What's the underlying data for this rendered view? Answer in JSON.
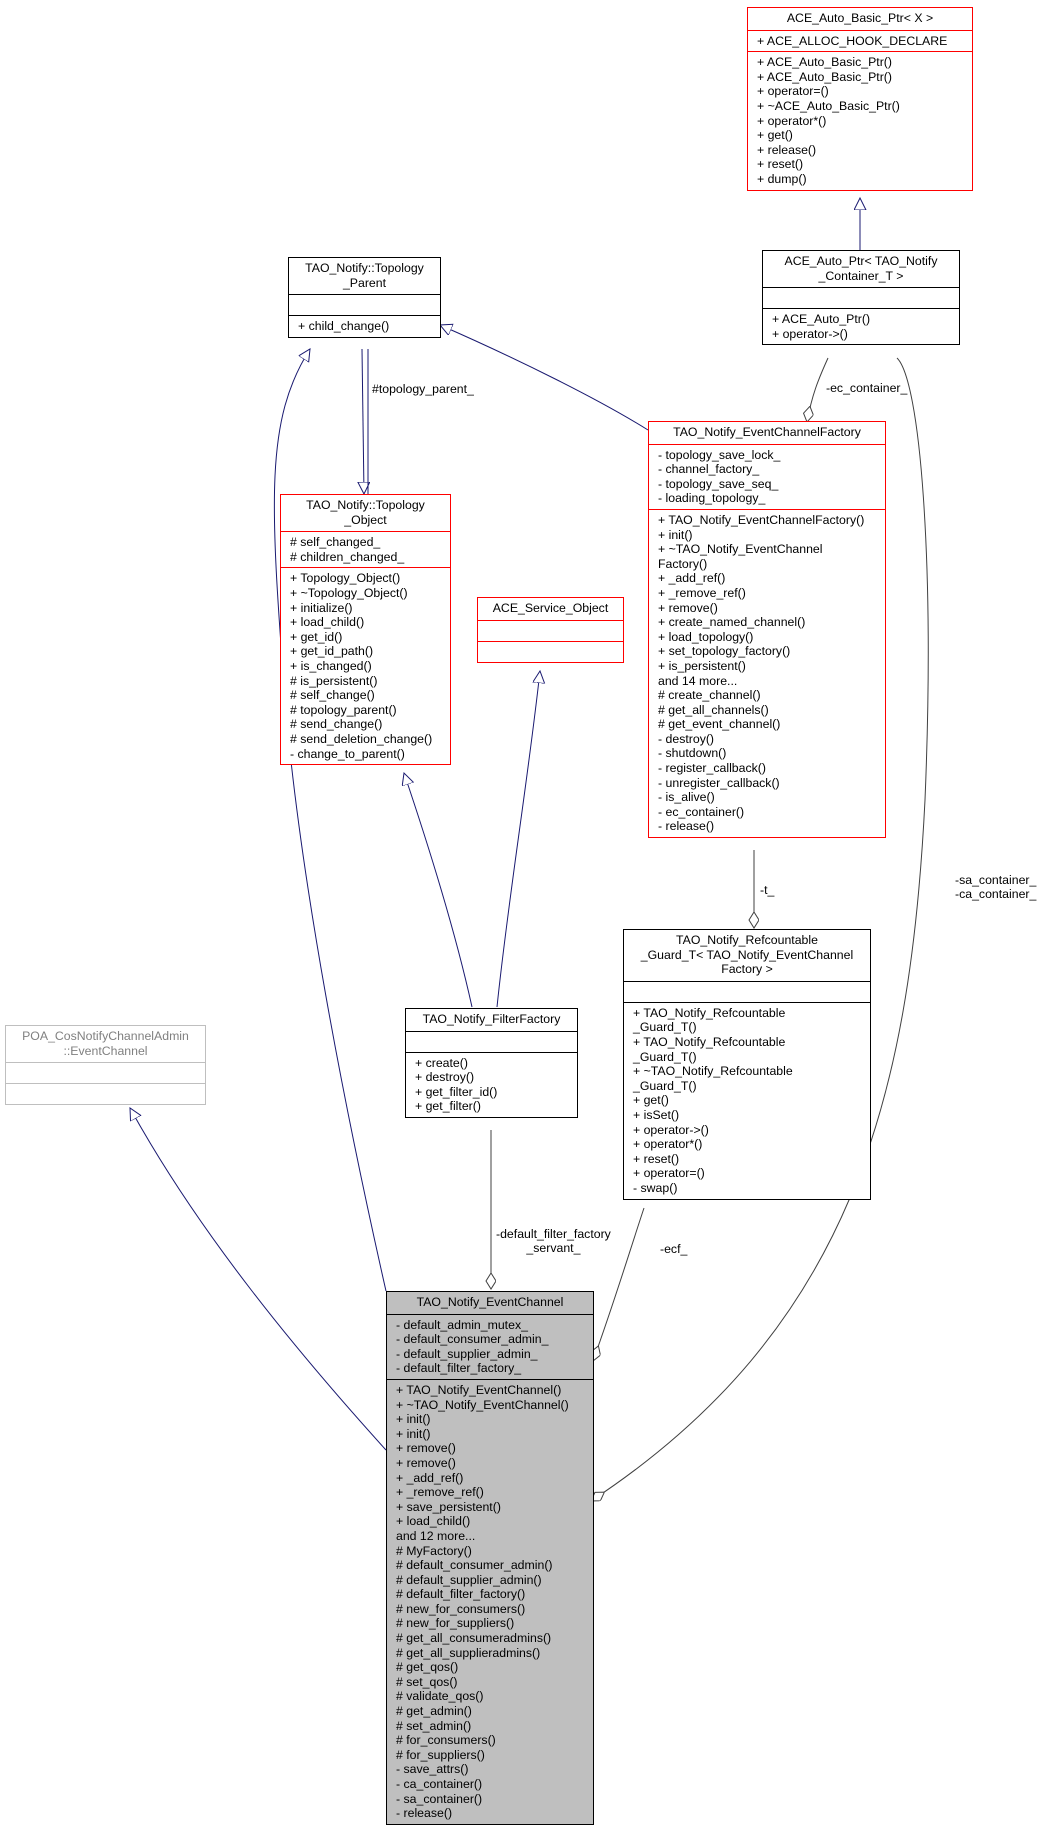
{
  "nodes": {
    "ace_auto_basic_ptr": {
      "title": [
        "ACE_Auto_Basic_Ptr< X >"
      ],
      "attributes": [
        "+ ACE_ALLOC_HOOK_DECLARE"
      ],
      "methods": [
        "+ ACE_Auto_Basic_Ptr()",
        "+ ACE_Auto_Basic_Ptr()",
        "+ operator=()",
        "+ ~ACE_Auto_Basic_Ptr()",
        "+ operator*()",
        "+ get()",
        "+ release()",
        "+ reset()",
        "+ dump()"
      ]
    },
    "ace_auto_ptr": {
      "title": [
        "ACE_Auto_Ptr< TAO_Notify",
        "_Container_T >"
      ],
      "attributes": [],
      "methods": [
        "+ ACE_Auto_Ptr()",
        "+ operator->()"
      ]
    },
    "topology_parent": {
      "title": [
        "TAO_Notify::Topology",
        "_Parent"
      ],
      "attributes": [],
      "methods": [
        "+ child_change()"
      ]
    },
    "event_channel_factory": {
      "title": [
        "TAO_Notify_EventChannelFactory"
      ],
      "attributes": [
        "- topology_save_lock_",
        "- channel_factory_",
        "- topology_save_seq_",
        "- loading_topology_"
      ],
      "methods": [
        "+ TAO_Notify_EventChannelFactory()",
        "+ init()",
        "+ ~TAO_Notify_EventChannel",
        "Factory()",
        "+ _add_ref()",
        "+ _remove_ref()",
        "+ remove()",
        "+ create_named_channel()",
        "+ load_topology()",
        "+ set_topology_factory()",
        "+ is_persistent()",
        "and 14 more...",
        "# create_channel()",
        "# get_all_channels()",
        "# get_event_channel()",
        "- destroy()",
        "- shutdown()",
        "- register_callback()",
        "- unregister_callback()",
        "- is_alive()",
        "- ec_container()",
        "- release()"
      ]
    },
    "topology_object": {
      "title": [
        "TAO_Notify::Topology",
        "_Object"
      ],
      "attributes": [
        "# self_changed_",
        "# children_changed_"
      ],
      "methods": [
        "+ Topology_Object()",
        "+ ~Topology_Object()",
        "+ initialize()",
        "+ load_child()",
        "+ get_id()",
        "+ get_id_path()",
        "+ is_changed()",
        "# is_persistent()",
        "# self_change()",
        "# topology_parent()",
        "# send_change()",
        "# send_deletion_change()",
        "- change_to_parent()"
      ]
    },
    "ace_service_object": {
      "title": [
        "ACE_Service_Object"
      ],
      "attributes": [],
      "methods": []
    },
    "refcountable_guard": {
      "title": [
        "TAO_Notify_Refcountable",
        "_Guard_T< TAO_Notify_EventChannel",
        "Factory >"
      ],
      "attributes": [],
      "methods": [
        "+ TAO_Notify_Refcountable",
        "_Guard_T()",
        "+ TAO_Notify_Refcountable",
        "_Guard_T()",
        "+ ~TAO_Notify_Refcountable",
        "_Guard_T()",
        "+ get()",
        "+ isSet()",
        "+ operator->()",
        "+ operator*()",
        "+ reset()",
        "+ operator=()",
        "- swap()"
      ]
    },
    "poa_event_channel": {
      "title": [
        "POA_CosNotifyChannelAdmin",
        "::EventChannel"
      ],
      "attributes": [],
      "methods": []
    },
    "filter_factory": {
      "title": [
        "TAO_Notify_FilterFactory"
      ],
      "attributes": [],
      "methods": [
        "+ create()",
        "+ destroy()",
        "+ get_filter_id()",
        "+ get_filter()"
      ]
    },
    "event_channel": {
      "title": [
        "TAO_Notify_EventChannel"
      ],
      "attributes": [
        "- default_admin_mutex_",
        "- default_consumer_admin_",
        "- default_supplier_admin_",
        "- default_filter_factory_"
      ],
      "methods": [
        "+ TAO_Notify_EventChannel()",
        "+ ~TAO_Notify_EventChannel()",
        "+ init()",
        "+ init()",
        "+ remove()",
        "+ remove()",
        "+ _add_ref()",
        "+ _remove_ref()",
        "+ save_persistent()",
        "+ load_child()",
        "and 12 more...",
        "# MyFactory()",
        "# default_consumer_admin()",
        "# default_supplier_admin()",
        "# default_filter_factory()",
        "# new_for_consumers()",
        "# new_for_suppliers()",
        "# get_all_consumeradmins()",
        "# get_all_supplieradmins()",
        "# get_qos()",
        "# set_qos()",
        "# validate_qos()",
        "# get_admin()",
        "# set_admin()",
        "# for_consumers()",
        "# for_suppliers()",
        "- save_attrs()",
        "- ca_container()",
        "- sa_container()",
        "- release()"
      ]
    }
  },
  "edge_labels": {
    "topology_parent": "#topology_parent_",
    "ec_container": "-ec_container_",
    "t": "-t_",
    "sa_ca_container": [
      "-sa_container_",
      "-ca_container_"
    ],
    "ecf": "-ecf_",
    "default_filter_factory_servant": [
      "-default_filter_factory",
      "_servant_"
    ]
  },
  "colors": {
    "inheritance": "#191970",
    "usage": "#404040",
    "red_border": "#ff0000",
    "grey_border": "#bfbfbf",
    "focus_fill": "#bfbfbf"
  }
}
